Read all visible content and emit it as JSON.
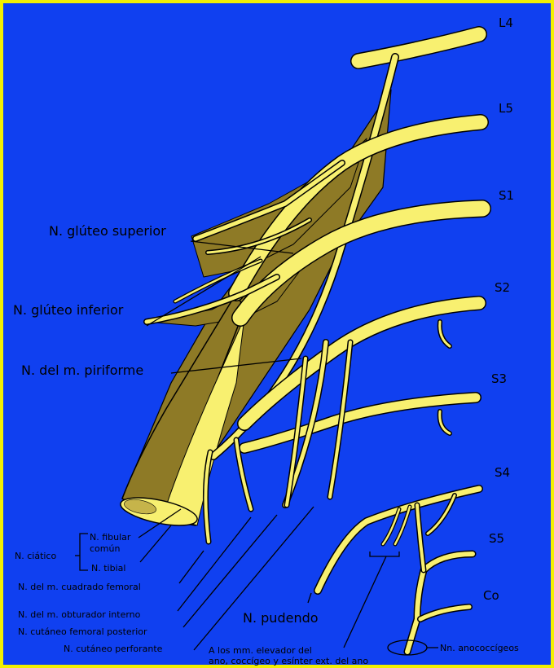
{
  "roots": {
    "l4": "L4",
    "l5": "L5",
    "s1": "S1",
    "s2": "S2",
    "s3": "S3",
    "s4": "S4",
    "s5": "S5",
    "co": "Co"
  },
  "labels": {
    "gluteo_superior": "N. glúteo superior",
    "gluteo_inferior": "N. glúteo inferior",
    "piriforme": "N. del m. piriforme",
    "fibular_comun_line1": "N. fibular",
    "fibular_comun_line2": "común",
    "ciatico": "N. ciático",
    "tibial": "N. tibial",
    "cuadrado_femoral": "N. del m. cuadrado femoral",
    "obturador_interno": "N. del m. obturador interno",
    "cutaneo_femoral_posterior": "N. cutáneo femoral posterior",
    "cutaneo_perforante": "N. cutáneo perforante",
    "pudendo": "N. pudendo",
    "elevador_line1": "A los mm.  elevador del",
    "elevador_line2": "ano, coccígeo y esínter ext. del ano",
    "anococcigeos": "Nn. anococcígeos"
  },
  "colors": {
    "background": "#1040f0",
    "border": "#f3f000",
    "nerve": "#f8f070",
    "nerve_shadow": "#8e7a26",
    "outline": "#000000"
  }
}
